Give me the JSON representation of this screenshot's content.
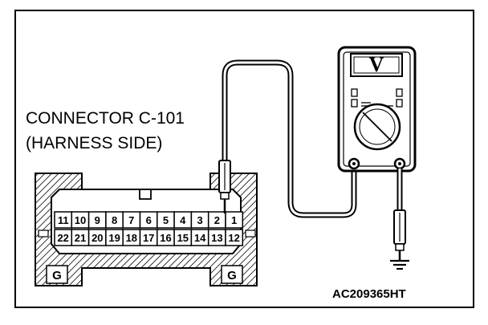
{
  "connector": {
    "label_line1": "CONNECTOR C-101",
    "label_line2": "(HARNESS SIDE)",
    "ground_mark": "G",
    "top_row_pins": [
      "11",
      "10",
      "9",
      "8",
      "7",
      "6",
      "5",
      "4",
      "3",
      "2",
      "1"
    ],
    "bottom_row_pins": [
      "22",
      "21",
      "20",
      "19",
      "18",
      "17",
      "16",
      "15",
      "14",
      "13",
      "12"
    ]
  },
  "meter": {
    "mode_symbol": "V"
  },
  "figure_code": "AC209365HT"
}
